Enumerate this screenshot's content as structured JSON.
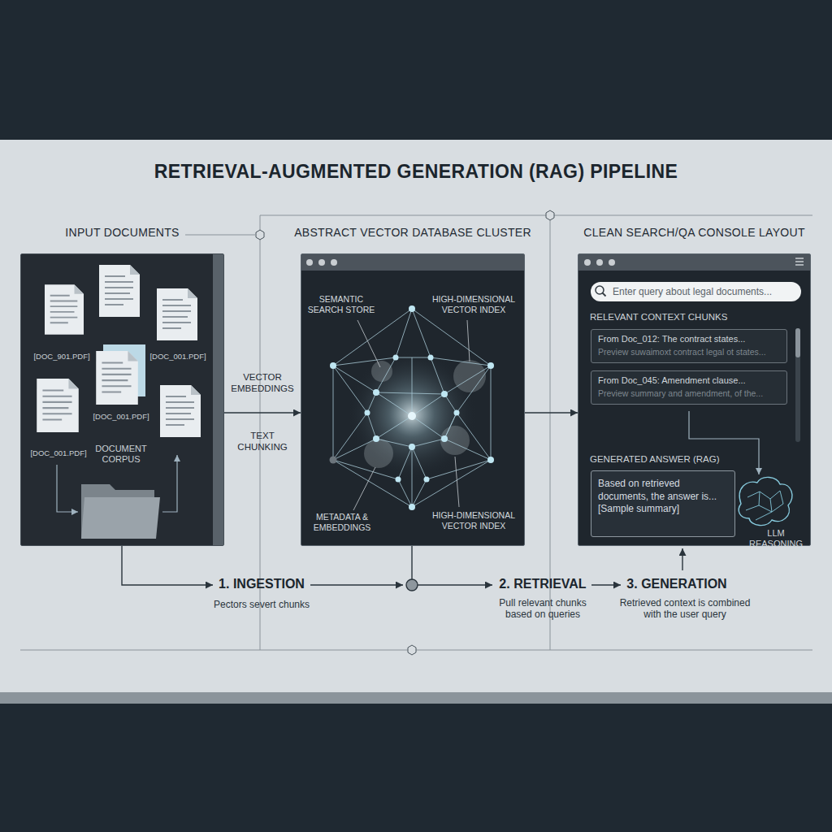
{
  "diagram": {
    "title": "RETRIEVAL-AUGMENTED GENERATION (RAG) PIPELINE",
    "nodes": [
      {
        "text": [
          "INPUT DOCUMENTS"
        ]
      },
      {
        "text": [
          "ABSTRACT VECTOR DATABASE CLUSTER"
        ]
      },
      {
        "text": [
          "CLEAN SEARCH/QA CONSOLE LAYOUT"
        ]
      },
      {
        "text": [
          "Enter query about legal documents..."
        ],
        "in": 2
      },
      {
        "text": [
          "From Doc_012: The contract states...",
          "Preview suwaimoxt contract legal ot states..."
        ],
        "in": 2
      },
      {
        "text": [
          "From Doc_045: Amendment clause...",
          "Preview summary and amendment, of the..."
        ],
        "in": 2
      },
      {
        "text": [
          "Based on retrieved documents, the answer is... [Sample summary]"
        ],
        "in": 2
      }
    ],
    "edges": [
      {
        "from": 0,
        "to": 1,
        "arrow": "to"
      },
      {
        "from": 1,
        "to": 2,
        "arrow": "to"
      }
    ],
    "labels": [
      "[DOC_901.PDF]",
      "[DOC_001.PDF]",
      "[DOC_001.PDF]",
      "[DOC_001.PDF]",
      "DOCUMENT CORPUS",
      "VECTOR EMBEDDINGS",
      "TEXT CHUNKING",
      "SEMANTIC SEARCH STORE",
      "HIGH-DIMENSIONAL VECTOR INDEX",
      "METADATA & EMBEDDINGS",
      "HIGH-DIMENSIONAL VECTOR INDEX",
      "RELEVANT CONTEXT CHUNKS",
      "GENERATED ANSWER (RAG)",
      "LLM REASONING",
      "1. INGESTION",
      "Pectors severt chunks",
      "2. RETRIEVAL",
      "Pull relevant chunks based on queries",
      "3. GENERATION",
      "Retrieved context is combined with the user query"
    ]
  }
}
